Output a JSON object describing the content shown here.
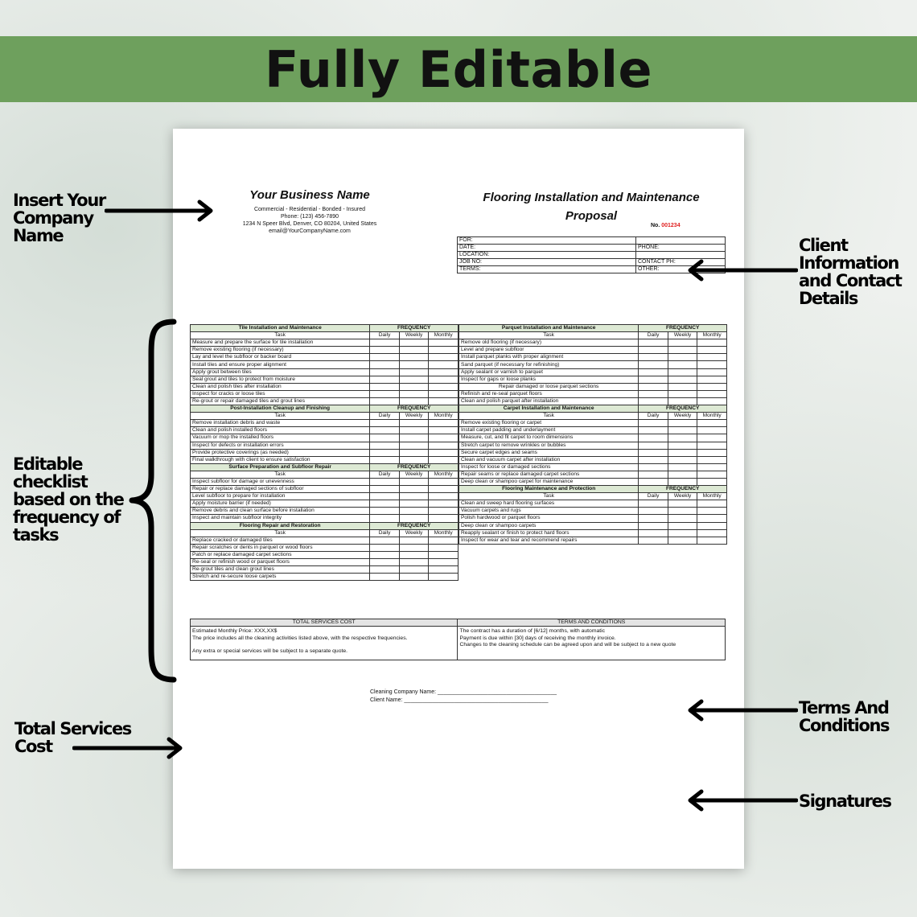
{
  "banner": {
    "title": "Fully Editable"
  },
  "callouts": {
    "company_name": [
      "Insert Your",
      "Company",
      "Name"
    ],
    "client_info": [
      "Client",
      "Information",
      "and Contact",
      "Details"
    ],
    "checklist": [
      "Editable",
      "checklist",
      "based on the",
      "frequency of",
      "tasks"
    ],
    "total_cost": [
      "Total Services",
      "Cost"
    ],
    "terms": [
      "Terms And",
      "Conditions"
    ],
    "signatures": [
      "Signatures"
    ]
  },
  "business": {
    "name": "Your Business Name",
    "lines": [
      "Commercial - Residential - Bonded - Insured",
      "Phone: (123) 456-7890",
      "1234 N Speer Blvd, Denver, CO 80204, United States",
      "email@YourCompanyName.com"
    ]
  },
  "proposal": {
    "title_line1": "Flooring Installation and Maintenance",
    "title_line2": "Proposal",
    "number_label": "No.",
    "number": "001234"
  },
  "client_fields": [
    [
      "FOR:",
      ""
    ],
    [
      "DATE:",
      "PHONE:"
    ],
    [
      "LOCATION:",
      ""
    ],
    [
      "JOB NO:",
      "CONTACT PH:"
    ],
    [
      "TERMS:",
      "OTHER:"
    ]
  ],
  "freq": {
    "header": "FREQUENCY",
    "task": "Task",
    "daily": "Daily",
    "weekly": "Weekly",
    "monthly": "Monthly"
  },
  "left_sections": [
    {
      "title": "Tile Installation and Maintenance",
      "tasks": [
        "Measure and prepare the surface for tile installation",
        "Remove existing flooring (if necessary)",
        "Lay and level the subfloor or backer board",
        "Install tiles and ensure proper alignment",
        "Apply grout between tiles",
        "Seal grout and tiles to protect from moisture",
        "Clean and polish tiles after installation",
        "Inspect for cracks or loose tiles",
        "Re-grout or repair damaged tiles and grout lines"
      ]
    },
    {
      "title": "Post-Installation Cleanup and Finishing",
      "tasks": [
        "Remove installation debris and waste",
        "Clean and polish installed floors",
        "Vacuum or mop the installed floors",
        "Inspect for defects or installation errors",
        "Provide protective coverings (as needed)",
        "Final walkthrough with client to ensure satisfaction"
      ]
    },
    {
      "title": "Surface Preparation and Subfloor Repair",
      "tasks": [
        "Inspect subfloor for damage or unevenness",
        "Repair or replace damaged sections of subfloor",
        "Level subfloor to prepare for installation",
        "Apply moisture barrier (if needed)",
        "Remove debris and clean surface before installation",
        "Inspect and maintain subfloor integrity"
      ]
    },
    {
      "title": "Flooring Repair and Restoration",
      "tasks": [
        "Replace cracked or damaged tiles",
        "Repair scratches or dents in parquet or wood floors",
        "Patch or replace damaged carpet sections",
        "Re-seal or refinish wood or parquet floors",
        "Re-grout tiles and clean grout lines",
        "Stretch and re-secure loose carpets"
      ]
    }
  ],
  "right_sections": [
    {
      "title": "Parquet Installation and Maintenance",
      "tasks": [
        "Remove old flooring (if necessary)",
        "Level and prepare subfloor",
        "Install parquet planks with proper alignment",
        "Sand parquet (if necessary for refinishing)",
        "Apply sealant or varnish to parquet",
        "Inspect for gaps or loose planks",
        "Repair damaged or loose parquet sections",
        "Refinish and re-seal parquet floors",
        "Clean and polish parquet after installation"
      ]
    },
    {
      "title": "Carpet Installation and Maintenance",
      "tasks": [
        "Remove existing flooring or carpet",
        "Install carpet padding and underlayment",
        "Measure, cut, and fit carpet to room dimensions",
        "Stretch carpet to remove wrinkles or bubbles",
        "Secure carpet edges and seams",
        "Clean and vacuum carpet after installation",
        "Inspect for loose or damaged sections",
        "Repair seams or replace damaged carpet sections",
        "Deep clean or shampoo carpet for maintenance"
      ]
    },
    {
      "title": "Flooring Maintenance and Protection",
      "tasks": [
        "Clean and sweep hard flooring surfaces",
        "Vacuum carpets and rugs",
        "Polish hardwood or parquet floors",
        "Deep clean or shampoo carpets",
        "Reapply sealant or finish to protect hard floors",
        "Inspect for wear and tear and recommend repairs"
      ]
    }
  ],
  "total_cost": {
    "header": "TOTAL SERVICES COST",
    "price": "Estimated Monthly Price: XXX,XX$",
    "line2": "The price includes all the cleaning activities listed above, with the respective frequencies.",
    "line3": "Any extra or special services will be subject to a separate quote."
  },
  "terms": {
    "header": "TERMS AND CONDITIONS",
    "line1": "The contract has a duration of [6/12] months, with automatic",
    "line2": "Payment is due within [30] days of receiving the monthly invoice.",
    "line3": "Changes to the cleaning schedule can be agreed upon and will be subject to a new quote"
  },
  "signatures": {
    "company": "Cleaning Company Name: ______________________________________",
    "client": "Client Name: ______________________________________________"
  }
}
